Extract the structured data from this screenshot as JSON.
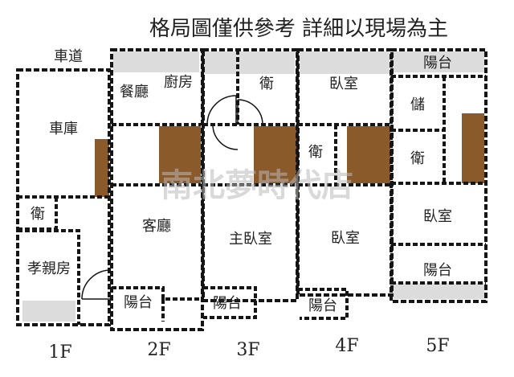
{
  "title": "格局圖僅供參考 詳細以現場為主",
  "watermark": "南北夢時代店",
  "street_label": "車道",
  "colors": {
    "wall": "#151515",
    "gray": "#dcdcdc",
    "stair": "#8b5a2b",
    "bg": "#ffffff"
  },
  "floors": [
    "1F",
    "2F",
    "3F",
    "4F",
    "5F"
  ],
  "rooms": {
    "f1_garage": "車庫",
    "f1_bath": "衛",
    "f1_elder_room": "孝親房",
    "f2_dining": "餐廳",
    "f2_kitchen": "廚房",
    "f2_living": "客廳",
    "f2_balcony": "陽台",
    "f3_bath_top": "衛",
    "f3_master": "主臥室",
    "f3_balcony": "陽台",
    "f4_bedroom_top": "臥室",
    "f4_bath": "衛",
    "f4_bedroom": "臥室",
    "f4_balcony": "陽台",
    "f5_balcony_top": "陽台",
    "f5_storage": "儲",
    "f5_bath": "衛",
    "f5_bedroom": "臥室",
    "f5_balcony_bottom": "陽台"
  }
}
